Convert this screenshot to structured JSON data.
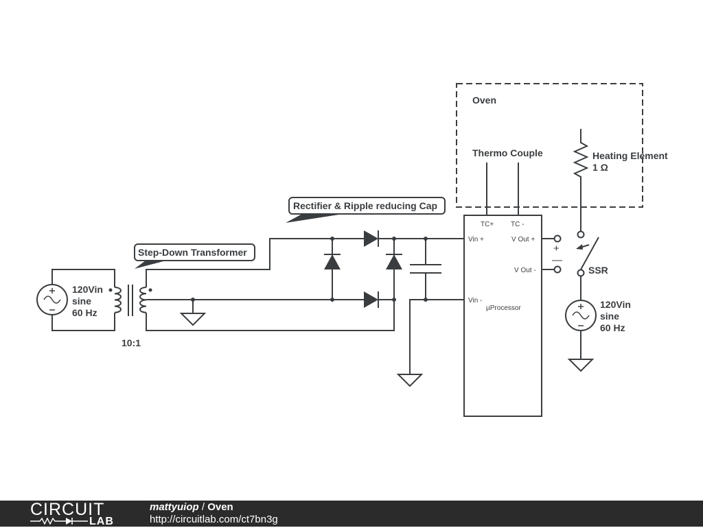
{
  "labels": {
    "source_left": {
      "line1": "120Vin",
      "line2": "sine",
      "line3": "60 Hz"
    },
    "ratio": "10:1",
    "transformer_callout": "Step-Down Transformer",
    "rectifier_callout": "Rectifier & Ripple reducing Cap",
    "oven": "Oven",
    "thermocouple": "Thermo Couple",
    "heater": {
      "line1": "Heating Element",
      "line2": "1 Ω"
    },
    "ssr": "SSR",
    "source_right": {
      "line1": "120Vin",
      "line2": "sine",
      "line3": "60 Hz"
    }
  },
  "processor": {
    "name": "µProcessor",
    "pin_tc_plus": "TC+",
    "pin_tc_minus": "TC -",
    "pin_vin_plus": "Vin +",
    "pin_vin_minus": "Vin -",
    "pin_vout_plus": "V Out +",
    "pin_vout_minus": "V Out -"
  },
  "signs": {
    "plus": "+",
    "minus": "—"
  },
  "footer": {
    "logo_top": "CIRCUIT",
    "logo_bottom": "LAB",
    "user": "mattyuiop",
    "separator": " / ",
    "title": "Oven",
    "url": "http://circuitlab.com/ct7bn3g"
  },
  "colors": {
    "ink": "#3a3d40",
    "footer_bg": "#2b2b2b",
    "footer_text": "#ffffff"
  }
}
